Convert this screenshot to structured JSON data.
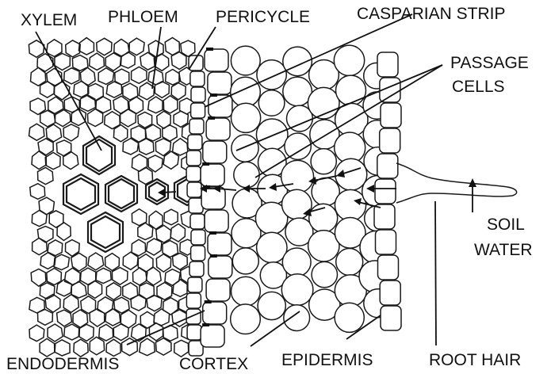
{
  "labels": {
    "xylem": "XYLEM",
    "phloem": "PHLOEM",
    "pericycle": "PERICYCLE",
    "casparian_strip": "CASPARIAN STRIP",
    "passage_cells_line1": "PASSAGE",
    "passage_cells_line2": "CELLS",
    "soil_water_line1": "SOIL",
    "soil_water_line2": "WATER",
    "endodermis": "ENDODERMIS",
    "cortex": "CORTEX",
    "epidermis": "EPIDERMIS",
    "root_hair": "ROOT HAIR"
  },
  "colors": {
    "ink": "#111111",
    "background": "#ffffff"
  }
}
